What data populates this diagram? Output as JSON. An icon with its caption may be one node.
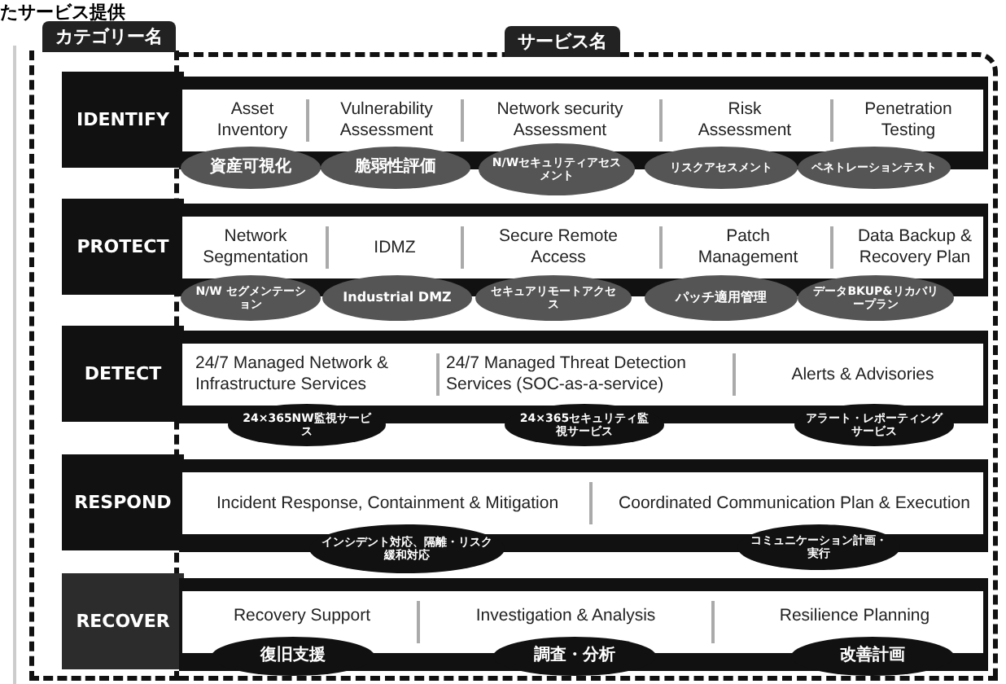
{
  "diagram": {
    "title": "たサービス提供",
    "nodes": [
      {
        "text": [
          "カテゴリー名"
        ]
      },
      {
        "text": [
          "サービス名"
        ]
      },
      {
        "text": [
          "IDENTIFY"
        ],
        "in": 0
      },
      {
        "text": [
          "Asset Inventory"
        ],
        "in": 1
      },
      {
        "text": [
          "Vulnerability Assessment"
        ],
        "in": 1
      },
      {
        "text": [
          "Network security Assessment"
        ],
        "in": 1
      },
      {
        "text": [
          "Risk Assessment"
        ],
        "in": 1
      },
      {
        "text": [
          "Penetration Testing"
        ],
        "in": 1
      },
      {
        "text": [
          "資産可視化"
        ],
        "in": 1
      },
      {
        "text": [
          "脆弱性評価"
        ],
        "in": 1
      },
      {
        "text": [
          "N/Wセキュリティアセスメント"
        ],
        "in": 1
      },
      {
        "text": [
          "リスクアセスメント"
        ],
        "in": 1
      },
      {
        "text": [
          "ペネトレーションテスト"
        ],
        "in": 1
      },
      {
        "text": [
          "PROTECT"
        ],
        "in": 0
      },
      {
        "text": [
          "Network Segmentation"
        ],
        "in": 1
      },
      {
        "text": [
          "IDMZ"
        ],
        "in": 1
      },
      {
        "text": [
          "Secure Remote Access"
        ],
        "in": 1
      },
      {
        "text": [
          "Patch Management"
        ],
        "in": 1
      },
      {
        "text": [
          "Data Backup & Recovery Plan"
        ],
        "in": 1
      },
      {
        "text": [
          "N/W セグメンテーション"
        ],
        "in": 1
      },
      {
        "text": [
          "Industrial DMZ"
        ],
        "in": 1
      },
      {
        "text": [
          "セキュアリモートアクセス"
        ],
        "in": 1
      },
      {
        "text": [
          "パッチ適用管理"
        ],
        "in": 1
      },
      {
        "text": [
          "データBKUP&リカバリープラン"
        ],
        "in": 1
      },
      {
        "text": [
          "DETECT"
        ],
        "in": 0
      },
      {
        "text": [
          "24/7 Managed Network & Infrastructure Services"
        ],
        "in": 1
      },
      {
        "text": [
          "24/7 Managed Threat Detection Services (SOC-as-a-service)"
        ],
        "in": 1
      },
      {
        "text": [
          "Alerts & Advisories"
        ],
        "in": 1
      },
      {
        "text": [
          "24×365NW監視サービス"
        ],
        "in": 1
      },
      {
        "text": [
          "24×365セキュリティ監視サービス"
        ],
        "in": 1
      },
      {
        "text": [
          "アラート・レポーティングサービス"
        ],
        "in": 1
      },
      {
        "text": [
          "RESPOND"
        ],
        "in": 0
      },
      {
        "text": [
          "Incident Response, Containment & Mitigation"
        ],
        "in": 1
      },
      {
        "text": [
          "Coordinated Communication Plan & Execution"
        ],
        "in": 1
      },
      {
        "text": [
          "インシデント対応、隔離・リスク緩和対応"
        ],
        "in": 1
      },
      {
        "text": [
          "コミュニケーション計画・実行"
        ],
        "in": 1
      },
      {
        "text": [
          "RECOVER"
        ],
        "in": 0
      },
      {
        "text": [
          "Recovery Support"
        ],
        "in": 1
      },
      {
        "text": [
          "Investigation & Analysis"
        ],
        "in": 1
      },
      {
        "text": [
          "Resilience Planning"
        ],
        "in": 1
      },
      {
        "text": [
          "復旧支援"
        ],
        "in": 1
      },
      {
        "text": [
          "調査・分析"
        ],
        "in": 1
      },
      {
        "text": [
          "改善計画"
        ],
        "in": 1
      }
    ]
  }
}
